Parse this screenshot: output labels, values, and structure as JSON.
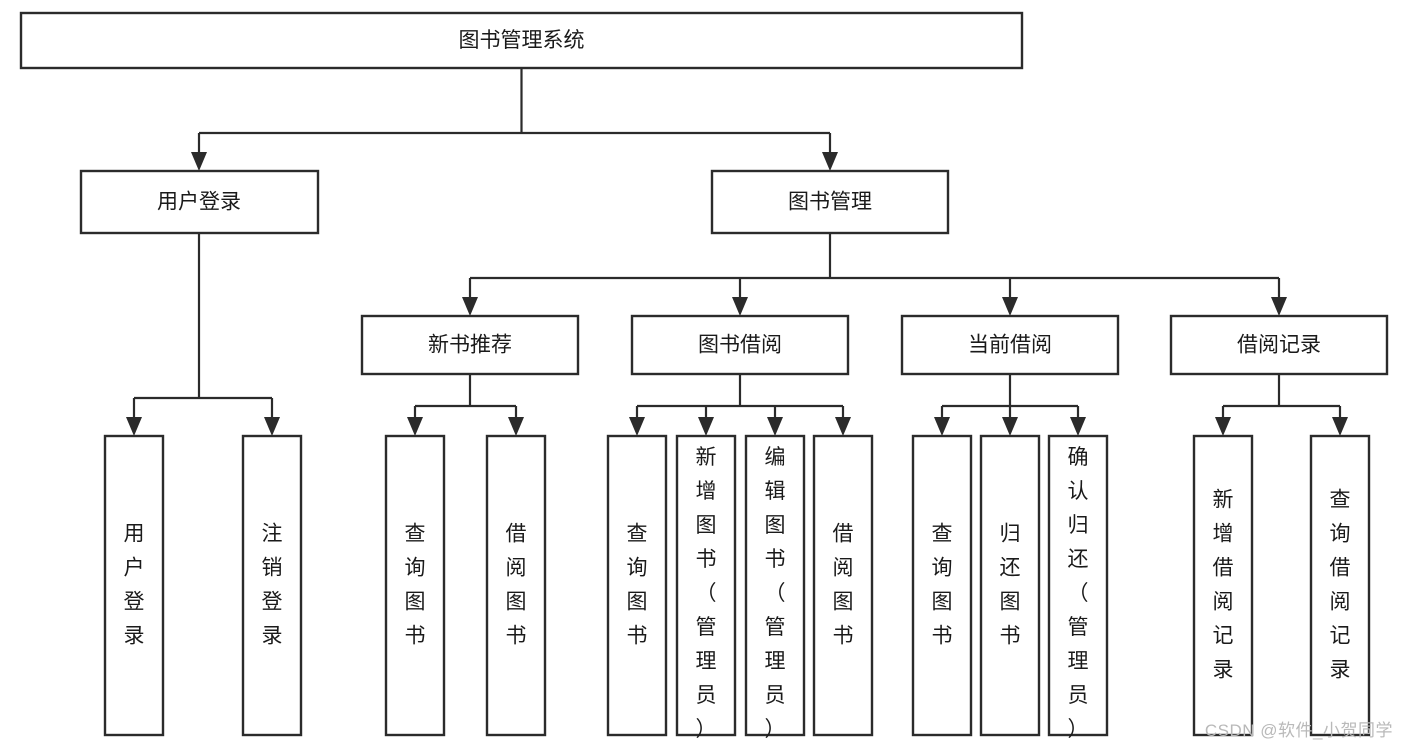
{
  "diagram": {
    "type": "tree",
    "title": "图书管理系统",
    "orientation": "top-down",
    "colors": {
      "background": "#ffffff",
      "box_fill": "#ffffff",
      "box_stroke": "#2b2b2b",
      "connector": "#2b2b2b",
      "text": "#1a1a1a",
      "watermark": "#b9b9b9"
    },
    "levels": [
      {
        "level": 1,
        "nodes": [
          {
            "id": "root",
            "label": "图书管理系统",
            "orientation": "horizontal"
          }
        ]
      },
      {
        "level": 2,
        "nodes": [
          {
            "id": "login",
            "label": "用户登录",
            "orientation": "horizontal",
            "parent": "root"
          },
          {
            "id": "bookmgmt",
            "label": "图书管理",
            "orientation": "horizontal",
            "parent": "root"
          }
        ]
      },
      {
        "level": 3,
        "nodes": [
          {
            "id": "newbook",
            "label": "新书推荐",
            "orientation": "horizontal",
            "parent": "bookmgmt"
          },
          {
            "id": "borrow",
            "label": "图书借阅",
            "orientation": "horizontal",
            "parent": "bookmgmt"
          },
          {
            "id": "current",
            "label": "当前借阅",
            "orientation": "horizontal",
            "parent": "bookmgmt"
          },
          {
            "id": "records",
            "label": "借阅记录",
            "orientation": "horizontal",
            "parent": "bookmgmt"
          }
        ]
      },
      {
        "level": 4,
        "nodes": [
          {
            "id": "leaf-1",
            "label": "用户登录",
            "orientation": "vertical",
            "parent": "login"
          },
          {
            "id": "leaf-2",
            "label": "注销登录",
            "orientation": "vertical",
            "parent": "login"
          },
          {
            "id": "leaf-3",
            "label": "查询图书",
            "orientation": "vertical",
            "parent": "newbook"
          },
          {
            "id": "leaf-4",
            "label": "借阅图书",
            "orientation": "vertical",
            "parent": "newbook"
          },
          {
            "id": "leaf-5",
            "label": "查询图书",
            "orientation": "vertical",
            "parent": "borrow"
          },
          {
            "id": "leaf-6",
            "label": "新增图书（管理员）",
            "orientation": "vertical",
            "parent": "borrow"
          },
          {
            "id": "leaf-7",
            "label": "编辑图书（管理员）",
            "orientation": "vertical",
            "parent": "borrow"
          },
          {
            "id": "leaf-8",
            "label": "借阅图书",
            "orientation": "vertical",
            "parent": "borrow"
          },
          {
            "id": "leaf-9",
            "label": "查询图书",
            "orientation": "vertical",
            "parent": "current"
          },
          {
            "id": "leaf-10",
            "label": "归还图书",
            "orientation": "vertical",
            "parent": "current"
          },
          {
            "id": "leaf-11",
            "label": "确认归还（管理员）",
            "orientation": "vertical",
            "parent": "current"
          },
          {
            "id": "leaf-12",
            "label": "新增借阅记录",
            "orientation": "vertical",
            "parent": "records"
          },
          {
            "id": "leaf-13",
            "label": "查询借阅记录",
            "orientation": "vertical",
            "parent": "records"
          }
        ]
      }
    ],
    "watermark": "CSDN @软件_小贺同学"
  }
}
